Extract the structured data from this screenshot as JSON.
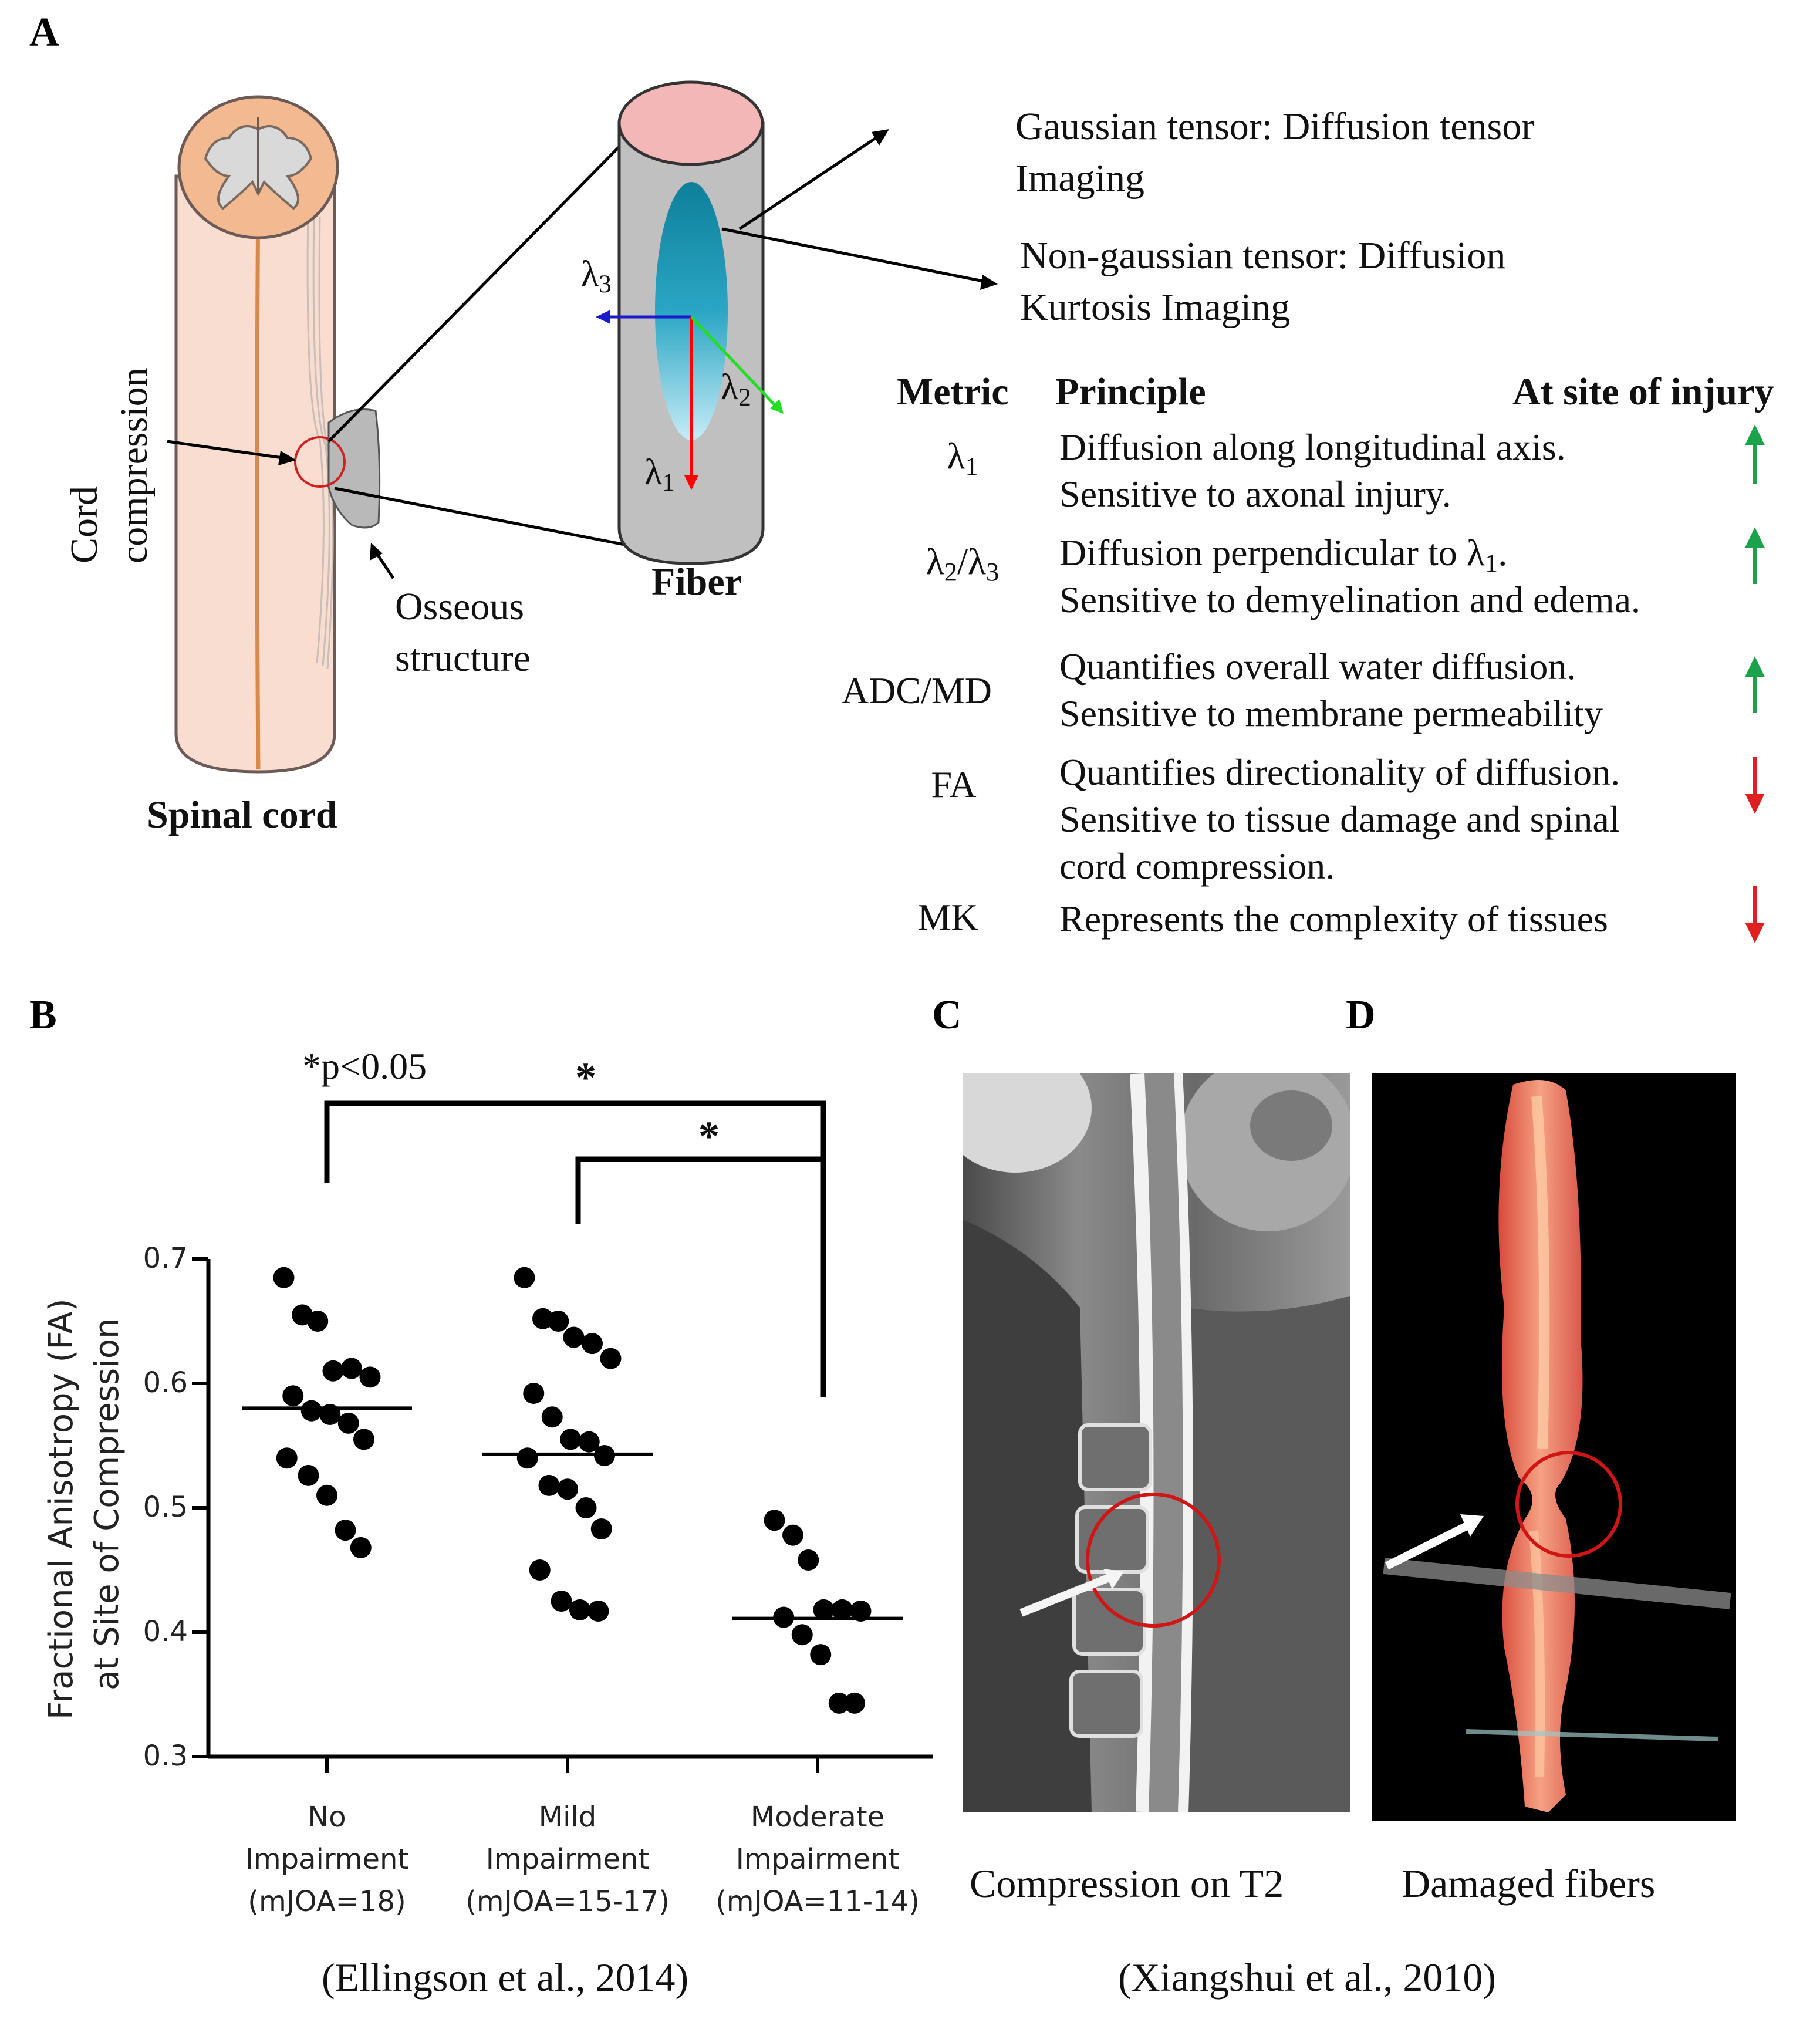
{
  "panel_a": {
    "letter": "A",
    "cord_label": "Cord",
    "compression_label": "compression",
    "osseous_line1": "Osseous",
    "osseous_line2": "structure",
    "spinal_cord_label": "Spinal cord",
    "fiber_label": "Fiber",
    "lambda1": "λ",
    "lambda1_sub": "1",
    "lambda2": "λ",
    "lambda2_sub": "2",
    "lambda3": "λ",
    "lambda3_sub": "3",
    "gaussian_line1": "Gaussian tensor: Diffusion tensor",
    "gaussian_line2": "Imaging",
    "nongaussian_line1": "Non-gaussian tensor: Diffusion",
    "nongaussian_line2": "Kurtosis Imaging",
    "colors": {
      "cord_fill": "#f9ddd0",
      "cord_outline": "#6b5a55",
      "grey_matter": "#d9d9d9",
      "white_top": "#f3b990",
      "central_line": "#d98a4a",
      "fiber_grey": "#c0c0c0",
      "fiber_top": "#f2b7b6",
      "ellipse_dark": "#0e7f99",
      "ellipse_light": "#bfe9f5",
      "up_arrow": "#1aa34a",
      "down_arrow": "#e02020",
      "lambda1_arrow": "#ff0000",
      "lambda2_arrow": "#22dd22",
      "lambda3_arrow": "#1a1ad0"
    },
    "table": {
      "headers": {
        "metric": "Metric",
        "principle": "Principle",
        "injury": "At site of injury"
      },
      "rows": [
        {
          "metric": "λ1",
          "lines": [
            "Diffusion along longitudinal axis.",
            "Sensitive to axonal injury."
          ],
          "direction": "up"
        },
        {
          "metric": "λ2/λ3",
          "lines": [
            "Diffusion perpendicular to λ1.",
            "Sensitive to demyelination and edema."
          ],
          "direction": "up"
        },
        {
          "metric": "ADC/MD",
          "lines": [
            "Quantifies overall water diffusion.",
            "Sensitive to membrane permeability"
          ],
          "direction": "up"
        },
        {
          "metric": "FA",
          "lines": [
            "Quantifies directionality of diffusion.",
            "Sensitive to tissue damage and spinal",
            "cord compression."
          ],
          "direction": "down"
        },
        {
          "metric": "MK",
          "lines": [
            "Represents the complexity of tissues"
          ],
          "direction": "down"
        }
      ]
    }
  },
  "panel_b": {
    "letter": "B",
    "significance_note": "*p<0.05",
    "star": "*",
    "citation": "(Ellingson et al., 2014)"
  },
  "chart_data": {
    "type": "scatter",
    "title": "",
    "xlabel": "",
    "ylabel_line1": "Fractional Anisotropy (FA)",
    "ylabel_line2": "at Site of Compression",
    "ylim": [
      0.3,
      0.7
    ],
    "yticks": [
      "0.7",
      "0.6",
      "0.5",
      "0.4",
      "0.3"
    ],
    "categories": [
      {
        "lines": [
          "No",
          "Impairment",
          "(mJOA=18)"
        ]
      },
      {
        "lines": [
          "Mild",
          "Impairment",
          "(mJOA=15-17)"
        ]
      },
      {
        "lines": [
          "Moderate",
          "Impairment",
          "(mJOA=11-14)"
        ]
      }
    ],
    "means": [
      0.58,
      0.543,
      0.411
    ],
    "series": [
      {
        "values": [
          0.685,
          0.655,
          0.65,
          0.61,
          0.612,
          0.605,
          0.59,
          0.578,
          0.575,
          0.568,
          0.555,
          0.54,
          0.526,
          0.51,
          0.482,
          0.468
        ]
      },
      {
        "values": [
          0.685,
          0.652,
          0.65,
          0.637,
          0.632,
          0.62,
          0.592,
          0.573,
          0.555,
          0.553,
          0.542,
          0.54,
          0.518,
          0.515,
          0.5,
          0.483,
          0.45,
          0.425,
          0.418,
          0.417
        ]
      },
      {
        "values": [
          0.49,
          0.478,
          0.458,
          0.418,
          0.418,
          0.417,
          0.412,
          0.398,
          0.382,
          0.343,
          0.343
        ]
      }
    ]
  },
  "panel_c": {
    "letter": "C",
    "caption": "Compression on T2"
  },
  "panel_d": {
    "letter": "D",
    "caption": "Damaged fibers",
    "citation": "(Xiangshui et al., 2010)"
  }
}
